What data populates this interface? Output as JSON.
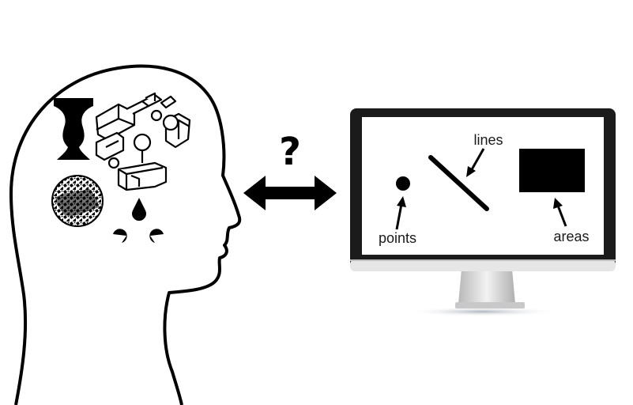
{
  "question_mark": "?",
  "screen": {
    "labels": {
      "lines": "lines",
      "points": "points",
      "areas": "areas"
    }
  },
  "colors": {
    "ink": "#000000",
    "monitor_bezel": "#1b1b1b",
    "monitor_stand": "#d9d9d9",
    "background": "#ffffff"
  }
}
